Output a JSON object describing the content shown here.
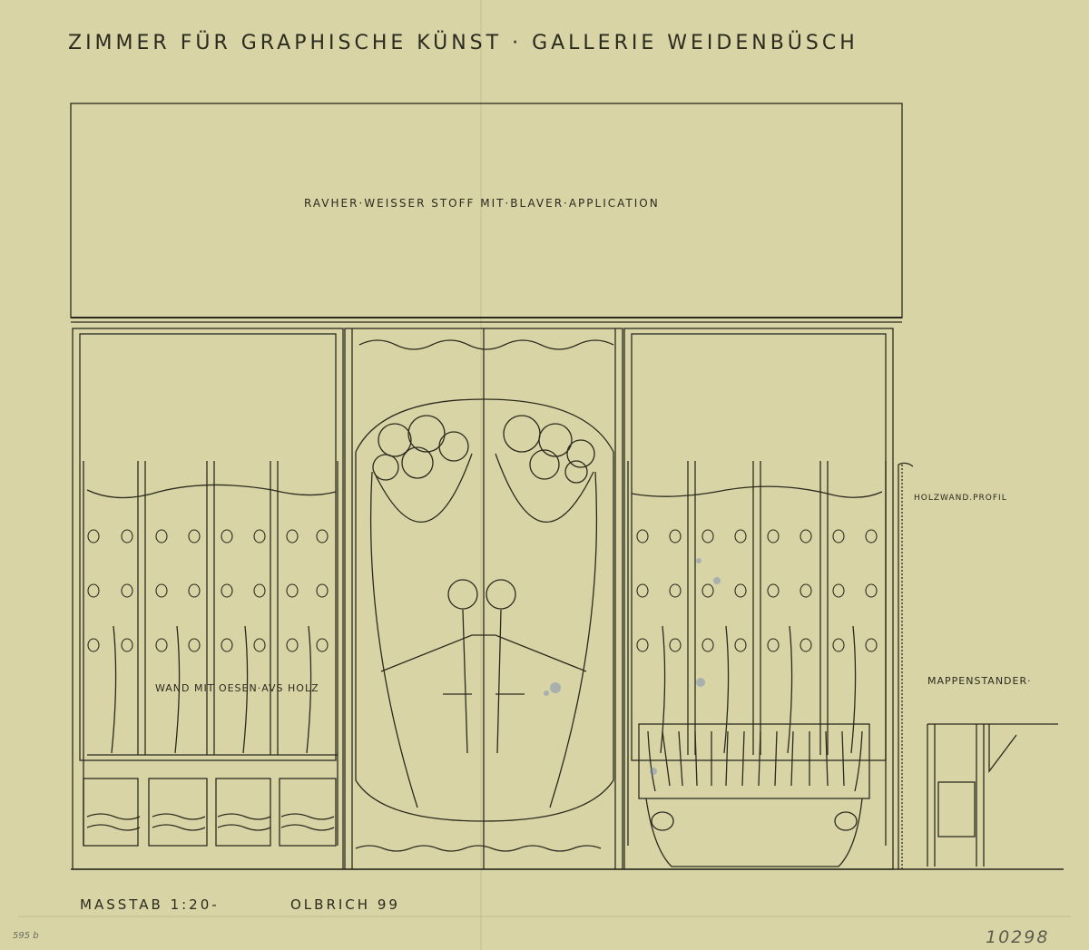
{
  "title": "ZIMMER FÜR GRAPHISCHE KÜNST · GALLERIE WEIDENBÜSCH",
  "banner_note": "RAVHER·WEISSER STOFF MIT·BLAVER·APPLICATION",
  "wall_profile_label": "HOLZWAND.PROFIL",
  "wall_label": "WAND MIT OESEN·AVS HOLZ",
  "stand_label": "MAPPENSTANDER·",
  "scale_label": "MASSTAB 1:20-",
  "signature": "OLBRICH 99",
  "inventory_number": "10298",
  "margin_note": "595 b",
  "colors": {
    "paper": "#d9d4a6",
    "ink": "#2a2a1e",
    "pencil": "#6a6a60",
    "blue_stain": "#6f86b8"
  }
}
